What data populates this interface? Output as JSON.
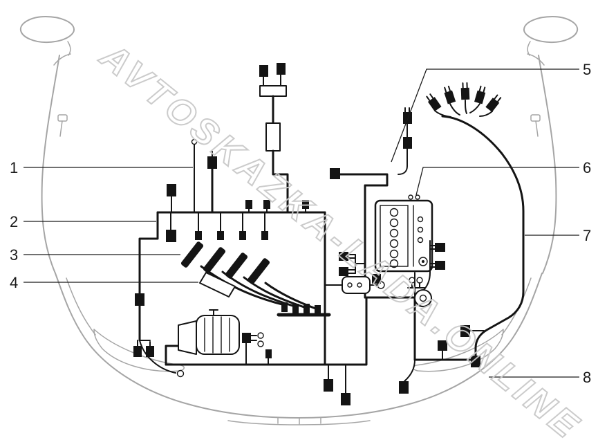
{
  "diagram": {
    "watermark_text": "AVTOSKAZKA-LADA.ONLINE",
    "callouts": [
      "1",
      "2",
      "3",
      "4",
      "5",
      "6",
      "7",
      "8"
    ]
  },
  "colors": {
    "background": "#ffffff",
    "car-outline": "#a5a5a5",
    "harness": "#141414",
    "watermark": "#c9c9c9",
    "callout": "#1a1a1a"
  }
}
